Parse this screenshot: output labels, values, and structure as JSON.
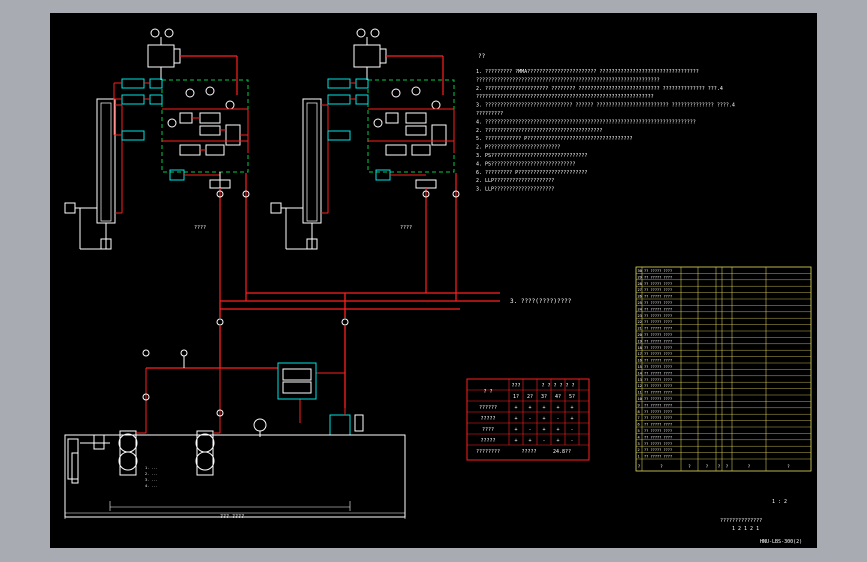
{
  "notes": {
    "heading": "??",
    "lines": [
      "1. ?????????     ?MMA???????????????????????     ?????????????????????????????????",
      "           ?????????????????????????????????????????????????????????????",
      "2. ?????????????????????   ????????     ???????????????????????????     ??????????????      ???.4",
      "           ???????????????????????????????????????????????????????????",
      "3. ?????????????????????????????      ??????    ????????????????????????   ??????????????    ????.4",
      "           ?????????",
      "4. ??????????????????????????????????????????????????????????????????????",
      "           2. ???????????????????????????????????????",
      "5. ????????????    P???????????????????????????????????",
      "           2. P????????????????????????",
      "           3. PS????????????????????????????????",
      "           4. PS????????????????????????????",
      "6. ?????????     P???????????????????????",
      "           2. LLP????????????????????",
      "           3. LLP????????????????????"
    ]
  },
  "circuit": {
    "unit_left": "????",
    "unit_right": "????",
    "pipe_label": "3. ????(????)????",
    "tank_label": "???   ????"
  },
  "valve_table": {
    "header_row1": [
      "?",
      "?",
      "???",
      "? ? ? ? ? ?"
    ],
    "header_row2": [
      "?",
      "?",
      "1?",
      "2?",
      "3?",
      "4?",
      "5?"
    ],
    "rows": [
      [
        "??????",
        "+",
        "+",
        "+",
        "+",
        "+"
      ],
      [
        "?????",
        "+",
        "-",
        "+",
        "-",
        "+"
      ],
      [
        "????",
        "+",
        "-",
        "+",
        "+",
        "-"
      ],
      [
        "?????",
        "+",
        "+",
        "-",
        "+",
        "-"
      ],
      [
        "????????",
        "?????",
        "24.8??",
        "",
        "",
        ""
      ]
    ]
  },
  "parts_list": {
    "rows": [
      "?? ????? ????",
      "?? ????? ????",
      "?? ????? ????",
      "?? ????? ????",
      "?? ????? ????",
      "?? ????? ????",
      "?? ????? ????",
      "?? ????? ????",
      "?? ????? ????",
      "?? ????? ????",
      "?? ????? ????",
      "?? ????? ????",
      "?? ????? ????",
      "?? ????? ????",
      "?? ????? ????",
      "?? ????? ????",
      "?? ????? ????",
      "?? ????? ????",
      "?? ????? ????",
      "?? ????? ????",
      "?? ????? ????",
      "?? ????? ????",
      "?? ????? ????",
      "?? ????? ????",
      "?? ????? ????",
      "?? ????? ????",
      "?? ????? ????",
      "?? ????? ????",
      "?? ????? ????",
      "?? ????? ????"
    ],
    "footer": [
      "?",
      "?",
      "?",
      "?",
      "?",
      "?",
      "?",
      "?"
    ]
  },
  "title_block": {
    "scale": "1 : 2",
    "title": "??????????????",
    "sheet": "1 2 1 2 1",
    "drawing_no": "HNU-LBS-300(2)"
  }
}
